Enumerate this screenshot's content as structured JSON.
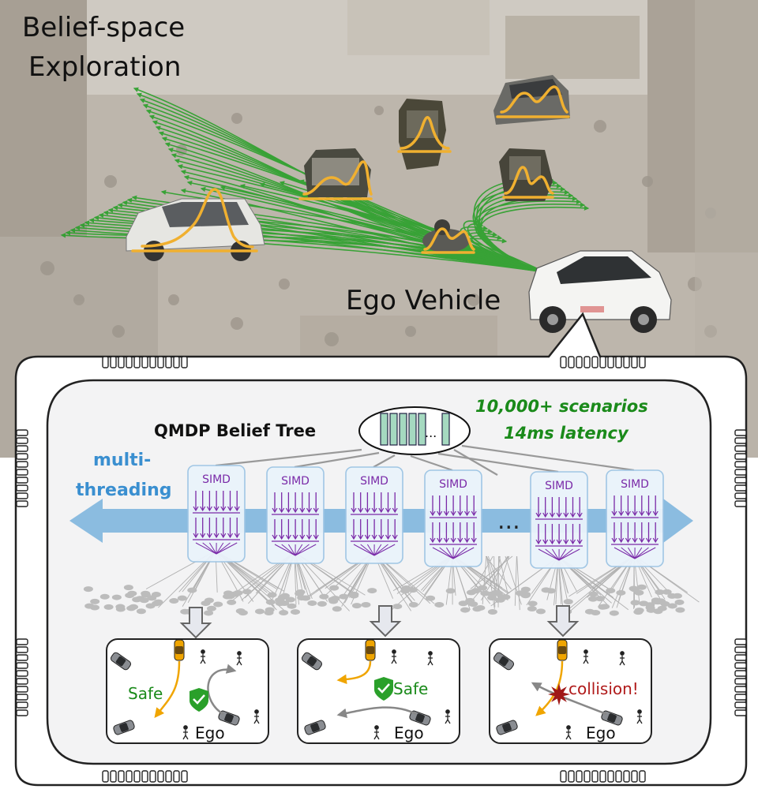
{
  "labels": {
    "belief_line1": "Belief-space",
    "belief_line2": "Exploration",
    "ego_vehicle": "Ego Vehicle",
    "tree_title": "QMDP Belief Tree",
    "tree_ellipsis": "...",
    "stat_line1": "10,000+ scenarios",
    "stat_line2": "14ms latency",
    "multi_line1": "multi-",
    "multi_line2": "threading",
    "simd_ellipsis": "..."
  },
  "simd_units": [
    "SIMD",
    "SIMD",
    "SIMD",
    "SIMD",
    "SIMD",
    "SIMD"
  ],
  "scenarios": [
    {
      "outcome": "Safe",
      "ego": "Ego",
      "status": "safe"
    },
    {
      "outcome": "Safe",
      "ego": "Ego",
      "status": "safe"
    },
    {
      "outcome": "collision!",
      "ego": "Ego",
      "status": "collision"
    }
  ],
  "colors": {
    "trajectory": "#2aa02a",
    "belief_curve": "#f0b030",
    "arrow_blue": "#7fb6de",
    "simd_purple": "#7a2aa8",
    "node_gray": "#bbbbbb",
    "safe_green": "#1a8a1a",
    "collision_red": "#b01a1a"
  },
  "icons": [
    "shield-check-icon",
    "collision-burst-icon",
    "pedestrian-icon",
    "car-icon"
  ]
}
